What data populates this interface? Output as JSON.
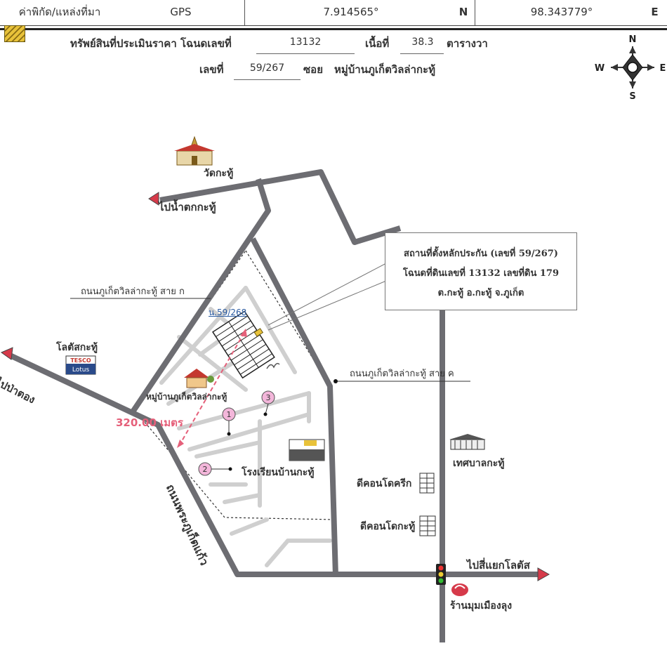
{
  "header": {
    "coord_label": "ค่าพิกัด/แหล่งที่มา",
    "source": "GPS",
    "lat": "7.914565°",
    "lat_dir": "N",
    "lon": "98.343779°",
    "lon_dir": "E"
  },
  "property": {
    "deed_label": "ทรัพย์สินที่ประเมินราคา โฉนดเลขที่",
    "deed_no": "13132",
    "area_label": "เนื้อที่",
    "area_value": "38.3",
    "area_unit": "ตารางวา",
    "no_label": "เลขที่",
    "no_value": "59/267",
    "soi_label": "ซอย",
    "village": "หมู่บ้านภูเก็ตวิลล่ากะทู้"
  },
  "compass": {
    "n": "N",
    "s": "S",
    "e": "E",
    "w": "W"
  },
  "callout": {
    "line1": "สถานที่ตั้งหลักประกัน (เลขที่ 59/267)",
    "line2": "โฉนดที่ดินเลขที่ 13132 เลขที่ดิน 179",
    "line3": "ต.กะทู้ อ.กะทู้ จ.ภูเก็ต"
  },
  "labels": {
    "temple": "วัดกะทู้",
    "to_waterfall": "ไปน้ำตกกะทู้",
    "road_a": "ถนนภูเก็ตวิลล่ากะทู้ สาย ก",
    "road_c": "ถนนภูเก็ตวิลล่ากะทู้ สาย ค",
    "lotus": "โลตัสกะทู้",
    "lotus_logo_top": "TESCO",
    "lotus_logo_bottom": "Lotus",
    "to_patong": "ไปป่าตอง",
    "village_label": "หมู่บ้านภูเก็ตวิลล่ากะทู้",
    "distance": "320.00 เมตร",
    "neighbor": "น.59/268",
    "school": "โรงเรียนบ้านกะทู้",
    "municipality": "เทศบาลกะทู้",
    "condo1": "ดีคอนโดครีก",
    "condo2": "ดีคอนโดกะทู้",
    "to_intersection": "ไปสี่แยกโลตัส",
    "shop": "ร้านมุมเมืองลุง",
    "main_road": "ถนนพระภูเก็ตแก้ว",
    "m1": "1",
    "m2": "2",
    "m3": "3"
  }
}
